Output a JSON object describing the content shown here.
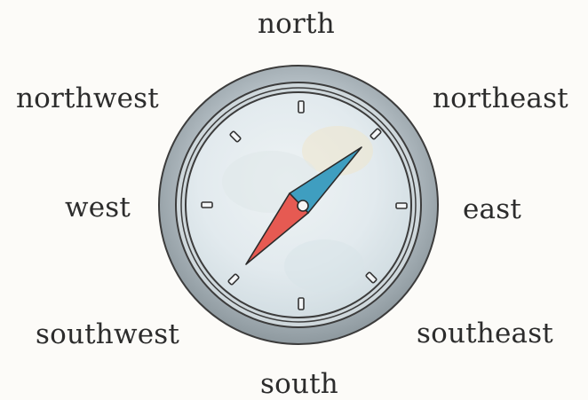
{
  "directions": {
    "north": "north",
    "northeast": "northeast",
    "east": "east",
    "southeast": "southeast",
    "south": "south",
    "southwest": "southwest",
    "west": "west",
    "northwest": "northwest"
  },
  "compass": {
    "needle_heading_deg": 45,
    "colors": {
      "bezel": "#aab4bb",
      "face": "#e4ecef",
      "needle_blue": "#3f9ec0",
      "needle_red": "#e65a52"
    }
  }
}
